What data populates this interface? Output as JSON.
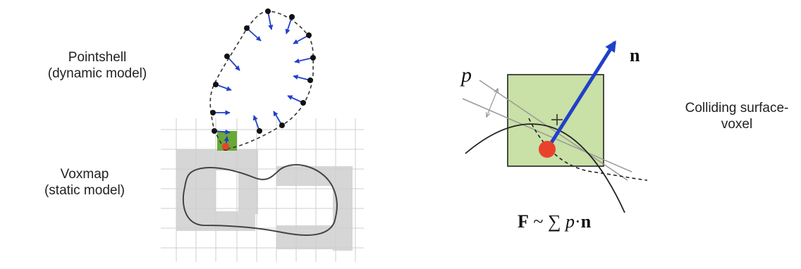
{
  "labels": {
    "pointshell_line1": "Pointshell",
    "pointshell_line2": "(dynamic model)",
    "voxmap_line1": "Voxmap",
    "voxmap_line2": "(static model)",
    "colliding_line1": "Colliding surface-",
    "colliding_line2": "voxel"
  },
  "symbols": {
    "p": "p",
    "n": "n",
    "formula_F": "F",
    "formula_tilde": " ~ ",
    "formula_sum": "∑",
    "formula_p": " p",
    "formula_dot": "·",
    "formula_n": "n"
  },
  "colors": {
    "voxel_fill": "#c9e0a6",
    "voxel_dark": "#6aa838",
    "contact_point": "#e8422a",
    "normal_arrow": "#2140c8",
    "gray_voxel": "#d6d6d6",
    "grid_line": "#cfcfcf"
  }
}
